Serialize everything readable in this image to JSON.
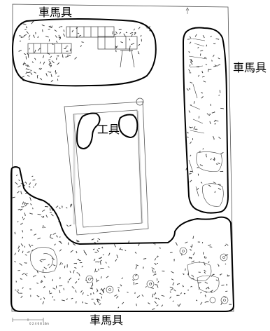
{
  "labels": {
    "top_left": "車馬具",
    "right": "車馬具",
    "center": "工具",
    "bottom": "車馬具"
  },
  "scale_text": "0 2 4 6 8 10m",
  "colors": {
    "outline": "#000000",
    "drawing": "#3a3a3a",
    "background": "#ffffff"
  }
}
